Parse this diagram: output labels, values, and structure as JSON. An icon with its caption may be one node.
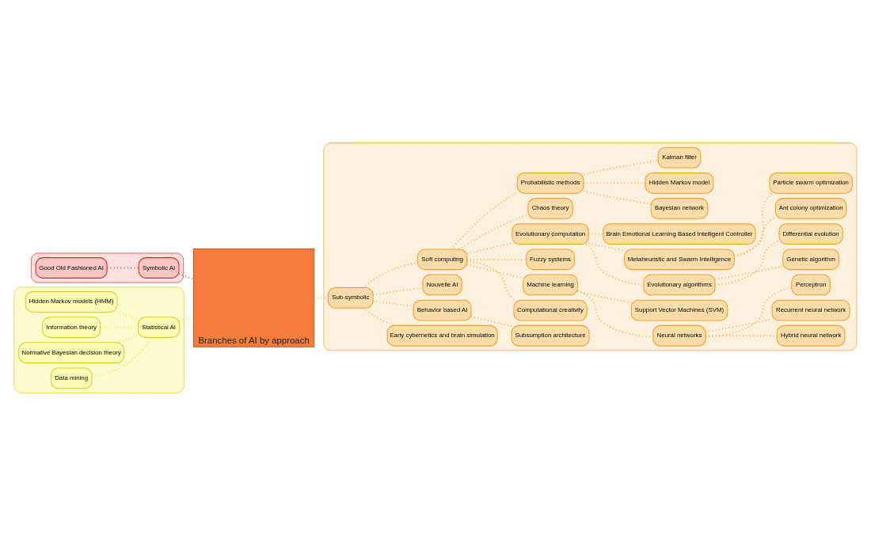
{
  "diagram": {
    "nodes": [
      {
        "text": [
          "Branches of AI by approach"
        ]
      },
      {
        "text": [],
        "shape": "box"
      },
      {
        "text": [
          "Good Old Fashioned AI"
        ],
        "in": 1
      },
      {
        "text": [
          "Symbolic AI"
        ],
        "in": 1
      },
      {
        "text": [],
        "shape": "box"
      },
      {
        "text": [
          "Hidden Markov models (HMM)"
        ],
        "in": 4
      },
      {
        "text": [
          "Information theory"
        ],
        "in": 4
      },
      {
        "text": [
          "Normative Bayesian decision theory"
        ],
        "in": 4
      },
      {
        "text": [
          "Data mining"
        ],
        "in": 4
      },
      {
        "text": [
          "Statistical AI"
        ],
        "in": 4
      },
      {
        "text": [],
        "shape": "box"
      },
      {
        "text": [
          "Sub-symbolic"
        ],
        "in": 10
      },
      {
        "text": [
          "Early cybernetics and brain simulation"
        ],
        "in": 10
      },
      {
        "text": [
          "Behavior based AI"
        ],
        "in": 10
      },
      {
        "text": [
          "Subsumption architecture"
        ],
        "in": 10
      },
      {
        "text": [
          "Computational creativity"
        ],
        "in": 10
      },
      {
        "text": [
          "Nouvelle AI"
        ],
        "in": 10
      },
      {
        "text": [
          "Neural networks"
        ],
        "in": 10
      },
      {
        "text": [
          "Hybrid neural network"
        ],
        "in": 10
      },
      {
        "text": [
          "Recurrent neural network"
        ],
        "in": 10
      },
      {
        "text": [
          "Perceptron"
        ],
        "in": 10
      },
      {
        "text": [
          "Machine learning"
        ],
        "in": 10
      },
      {
        "text": [
          "Support Vector Machines (SVM)"
        ],
        "in": 10
      },
      {
        "text": [
          "Fuzzy systems"
        ],
        "in": 10
      },
      {
        "text": [
          "Soft computing"
        ],
        "in": 10
      },
      {
        "text": [
          "Evolutionary algorithms"
        ],
        "in": 10
      },
      {
        "text": [
          "Genetic algorithm"
        ],
        "in": 10
      },
      {
        "text": [
          "Differential evolution"
        ],
        "in": 10
      },
      {
        "text": [
          "Ant colony optimization"
        ],
        "in": 10
      },
      {
        "text": [
          "Metaheuristic and Swarm Intelligence"
        ],
        "in": 10
      },
      {
        "text": [
          "Particle swarm optimization"
        ],
        "in": 10
      },
      {
        "text": [
          "Evolutionary computation"
        ],
        "in": 10
      },
      {
        "text": [
          "Chaos theory"
        ],
        "in": 10
      },
      {
        "text": [
          "Brain Emotional Learning Based Intelligent Controller"
        ],
        "in": 10
      },
      {
        "text": [
          "Probabilistic methods"
        ],
        "in": 10
      },
      {
        "text": [
          "Bayesian network"
        ],
        "in": 10
      },
      {
        "text": [
          "Hidden Markov model"
        ],
        "in": 10
      },
      {
        "text": [
          "Kalman filter"
        ],
        "in": 10
      }
    ],
    "edges": [
      {
        "from": 2,
        "to": 3,
        "arrow": "none",
        "color": "#e02828"
      },
      {
        "from": 3,
        "to": 0,
        "arrow": "none",
        "color": "#e02828"
      },
      {
        "from": 5,
        "to": 9,
        "arrow": "none",
        "color": "#e6e030"
      },
      {
        "from": 6,
        "to": 9,
        "arrow": "none",
        "color": "#e6e030"
      },
      {
        "from": 7,
        "to": 9,
        "arrow": "none",
        "color": "#e6e030"
      },
      {
        "from": 8,
        "to": 9,
        "arrow": "none",
        "color": "#e6e030"
      },
      {
        "from": 9,
        "to": 0,
        "arrow": "none",
        "color": "#e6e030"
      },
      {
        "from": 0,
        "to": 11,
        "arrow": "none"
      },
      {
        "from": 11,
        "to": 12,
        "arrow": "none"
      },
      {
        "from": 11,
        "to": 13,
        "arrow": "none"
      },
      {
        "from": 13,
        "to": 14,
        "arrow": "none"
      },
      {
        "from": 11,
        "to": 16,
        "arrow": "none"
      },
      {
        "from": 11,
        "to": 24,
        "arrow": "none"
      },
      {
        "from": 24,
        "to": 15,
        "arrow": "none"
      },
      {
        "from": 24,
        "to": 21,
        "arrow": "none"
      },
      {
        "from": 21,
        "to": 17,
        "arrow": "none"
      },
      {
        "from": 17,
        "to": 18,
        "arrow": "none"
      },
      {
        "from": 17,
        "to": 19,
        "arrow": "none"
      },
      {
        "from": 17,
        "to": 20,
        "arrow": "none"
      },
      {
        "from": 21,
        "to": 22,
        "arrow": "none"
      },
      {
        "from": 24,
        "to": 23,
        "arrow": "none"
      },
      {
        "from": 24,
        "to": 31,
        "arrow": "none"
      },
      {
        "from": 31,
        "to": 25,
        "arrow": "none"
      },
      {
        "from": 25,
        "to": 26,
        "arrow": "none"
      },
      {
        "from": 25,
        "to": 27,
        "arrow": "none"
      },
      {
        "from": 31,
        "to": 29,
        "arrow": "none"
      },
      {
        "from": 29,
        "to": 28,
        "arrow": "none"
      },
      {
        "from": 29,
        "to": 30,
        "arrow": "none"
      },
      {
        "from": 31,
        "to": 33,
        "arrow": "none"
      },
      {
        "from": 24,
        "to": 32,
        "arrow": "none"
      },
      {
        "from": 24,
        "to": 34,
        "arrow": "none"
      },
      {
        "from": 34,
        "to": 35,
        "arrow": "none"
      },
      {
        "from": 34,
        "to": 36,
        "arrow": "none"
      },
      {
        "from": 34,
        "to": 37,
        "arrow": "none"
      }
    ]
  }
}
